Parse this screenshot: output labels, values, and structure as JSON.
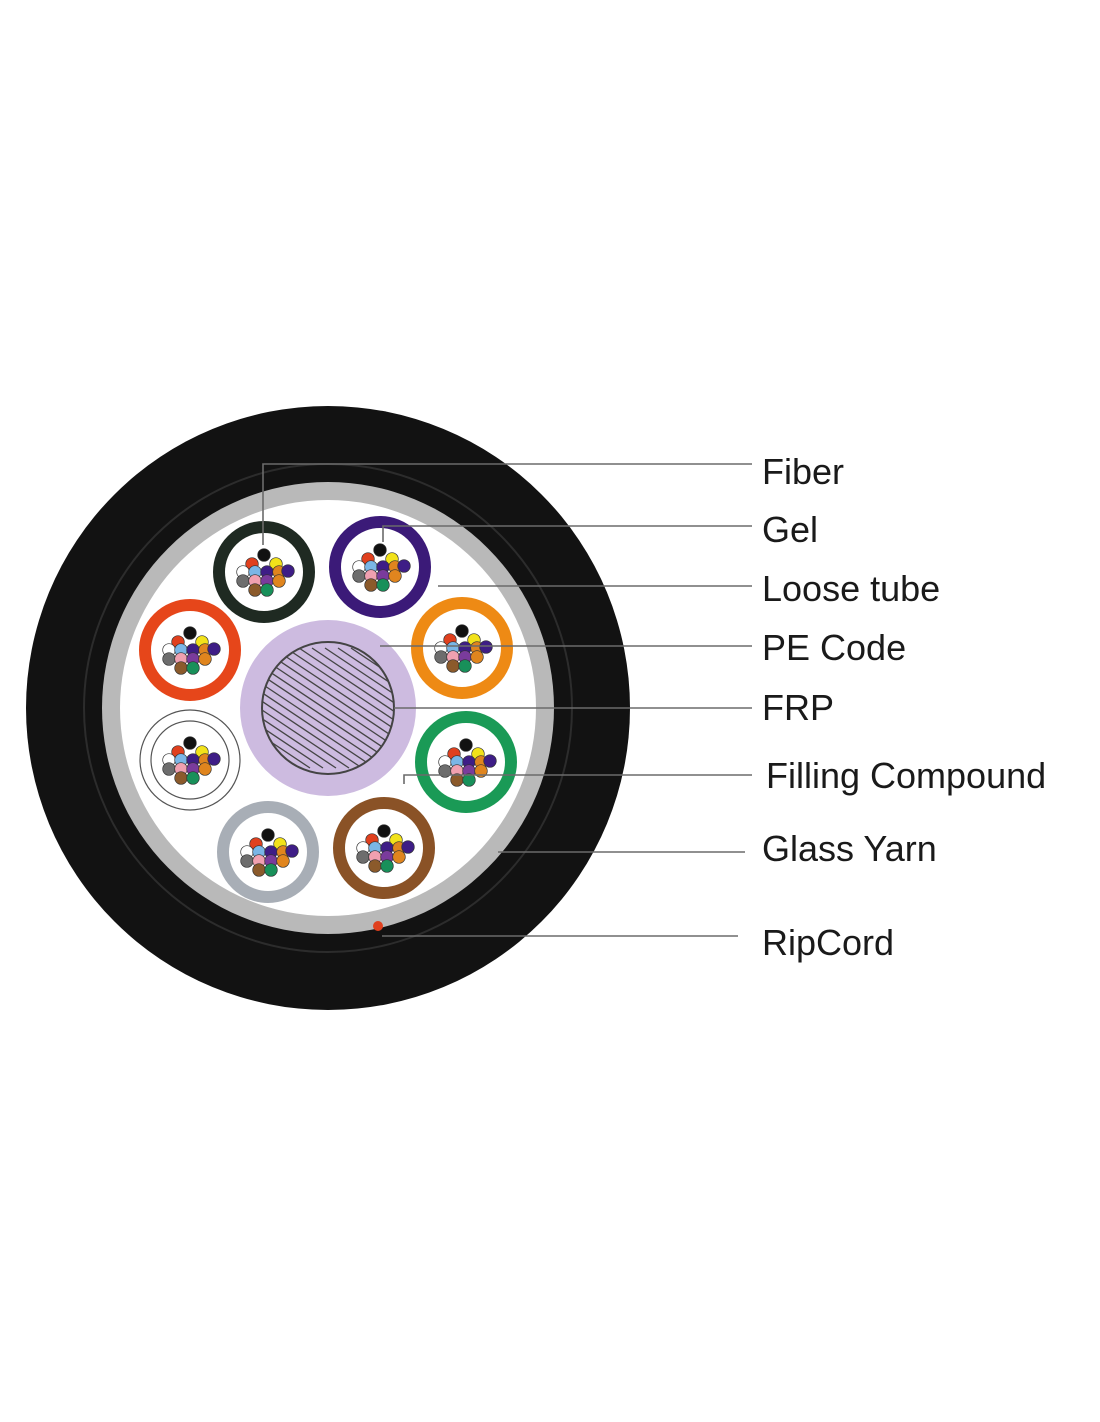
{
  "diagram": {
    "labels": [
      {
        "id": "fiber",
        "text": "Fiber"
      },
      {
        "id": "gel",
        "text": "Gel"
      },
      {
        "id": "loose-tube",
        "text": "Loose tube"
      },
      {
        "id": "pe-code",
        "text": "PE Code"
      },
      {
        "id": "frp",
        "text": "FRP"
      },
      {
        "id": "filling-compound",
        "text": "Filling Compound"
      },
      {
        "id": "glass-yarn",
        "text": "Glass Yarn"
      },
      {
        "id": "ripcord",
        "text": "RipCord"
      }
    ],
    "colors": {
      "outer_sheath": "#121212",
      "glass_yarn_ring": "#b9b9b9",
      "filling": "#ffffff",
      "pe_coat": "#cdbbe0",
      "frp_hatch": "#444444",
      "ripcord": "#e0401e",
      "leader_line": "#6b6b6b"
    },
    "tube_colors": [
      "#1f2a22",
      "#3b1a78",
      "#ee8a14",
      "#1a9a56",
      "#8a5226",
      "#a8aeb6",
      "#ffffff",
      "#e6461a"
    ],
    "fiber_colors": [
      "#111111",
      "#f2e21a",
      "#3e1d86",
      "#e0851e",
      "#18905a",
      "#8b5a2b",
      "#6d6d6d",
      "#ffffff",
      "#e0401e",
      "#7ab6e6",
      "#7a3b9c",
      "#f0a0b0"
    ]
  }
}
